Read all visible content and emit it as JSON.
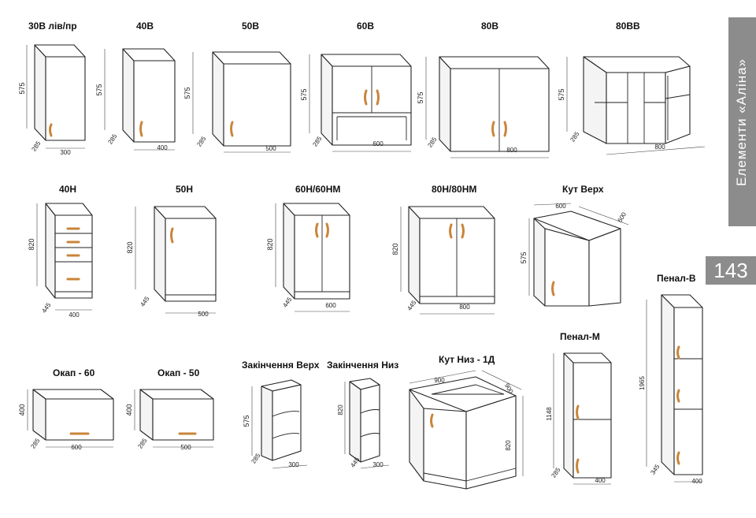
{
  "sidebar": {
    "title": "Елементи «Аліна»"
  },
  "page_number": "143",
  "items": {
    "b30": {
      "name": "30В лів/пр",
      "h": "575",
      "d": "285",
      "w": "300"
    },
    "b40": {
      "name": "40В",
      "h": "575",
      "d": "285",
      "w": "400"
    },
    "b50": {
      "name": "50В",
      "h": "575",
      "d": "285",
      "w": "500"
    },
    "b60": {
      "name": "60В",
      "h": "575",
      "d": "285",
      "w": "600"
    },
    "b80": {
      "name": "80В",
      "h": "575",
      "d": "285",
      "w": "800"
    },
    "b80bb": {
      "name": "80ВВ",
      "h": "575",
      "d": "285",
      "w": "800"
    },
    "h40": {
      "name": "40Н",
      "h": "820",
      "d": "445",
      "w": "400"
    },
    "h50": {
      "name": "50Н",
      "h": "820",
      "d": "445",
      "w": "500"
    },
    "h60": {
      "name": "60Н/60НМ",
      "h": "820",
      "d": "445",
      "w": "600"
    },
    "h80": {
      "name": "80Н/80НМ",
      "h": "820",
      "d": "445",
      "w": "800"
    },
    "kutverh": {
      "name": "Кут Верх",
      "h": "575",
      "w1": "600",
      "w2": "600"
    },
    "okap60": {
      "name": "Окап - 60",
      "h": "400",
      "d": "285",
      "w": "600"
    },
    "okap50": {
      "name": "Окап - 50",
      "h": "400",
      "d": "285",
      "w": "500"
    },
    "zakverh": {
      "name": "Закінчення Верх",
      "h": "575",
      "d": "285",
      "w": "300"
    },
    "zakniz": {
      "name": "Закінчення Низ",
      "h": "820",
      "d": "445",
      "w": "300"
    },
    "kutniz": {
      "name": "Кут Низ - 1Д",
      "h": "820",
      "w1": "900",
      "w2": "900"
    },
    "penalm": {
      "name": "Пенал-М",
      "h": "1148",
      "d": "285",
      "w": "400"
    },
    "penalv": {
      "name": "Пенал-В",
      "h": "1965",
      "d": "345",
      "w": "400"
    }
  }
}
